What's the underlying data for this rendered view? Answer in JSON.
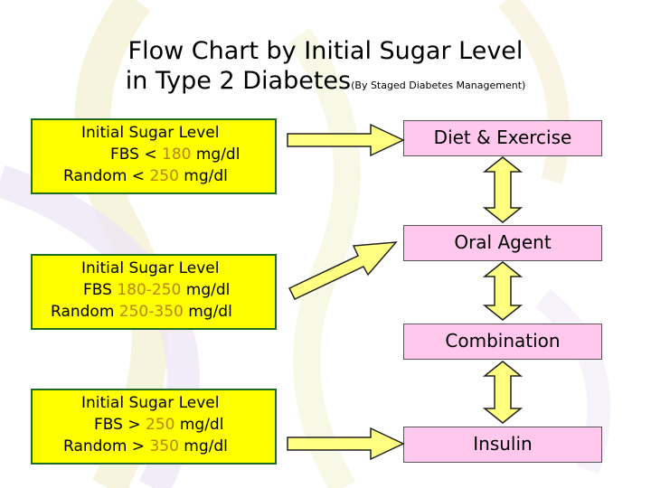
{
  "title": {
    "line1": "Flow Chart by Initial Sugar Level",
    "line2": "in Type 2 Diabetes",
    "note": "(By Staged Diabetes Management)"
  },
  "levels": [
    {
      "heading": "Initial Sugar Level",
      "fbs_prefix": "FBS < ",
      "fbs_value": "180",
      "fbs_unit": " mg/dl",
      "random_prefix": "Random < ",
      "random_value": "250",
      "random_unit": " mg/dl"
    },
    {
      "heading": "Initial Sugar Level",
      "fbs_prefix": "FBS ",
      "fbs_value": "180-250",
      "fbs_unit": " mg/dl",
      "random_prefix": "Random ",
      "random_value": "250-350",
      "random_unit": " mg/dl"
    },
    {
      "heading": "Initial Sugar Level",
      "fbs_prefix": "FBS > ",
      "fbs_value": "250",
      "fbs_unit": " mg/dl",
      "random_prefix": "Random > ",
      "random_value": "350",
      "random_unit": " mg/dl"
    }
  ],
  "treatments": [
    "Diet & Exercise",
    "Oral Agent",
    "Combination",
    "Insulin"
  ],
  "colors": {
    "level_fill": "#ffff00",
    "level_border": "#1f6b1f",
    "treatment_fill": "#ffc8ec",
    "arrow_fill": "#ffff80",
    "value_highlight": "#b8860b"
  }
}
